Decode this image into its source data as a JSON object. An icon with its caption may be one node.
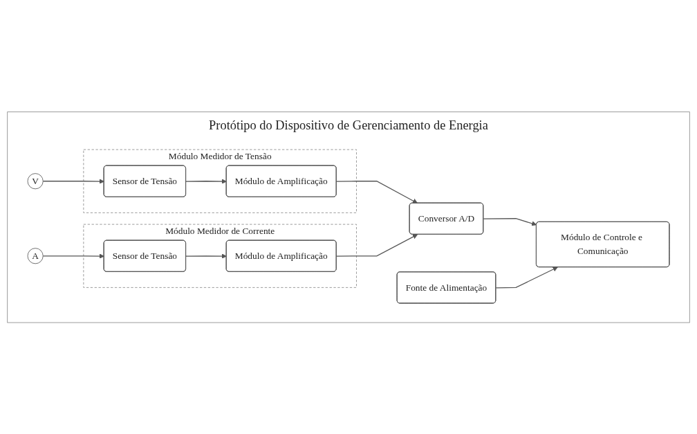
{
  "diagram": {
    "nodes": [
      {
        "text": [
          "Protótipo do Dispositivo de Gerenciamento de Energia"
        ]
      },
      {
        "text": [
          "Módulo Medidor de Tensão"
        ],
        "in": 0
      },
      {
        "text": [
          "V"
        ],
        "in": 0
      },
      {
        "text": [
          "Sensor de Tensão"
        ],
        "in": 1
      },
      {
        "text": [
          "Módulo de Amplificação"
        ],
        "in": 1
      },
      {
        "text": [
          "Conversor A/D"
        ],
        "in": 0
      },
      {
        "text": [
          "Módulo de Controle e Comunicação"
        ],
        "in": 0
      },
      {
        "text": [
          "Módulo Medidor de Corrente"
        ],
        "in": 0
      },
      {
        "text": [
          "A"
        ],
        "in": 0
      },
      {
        "text": [
          "Sensor de Tensão"
        ],
        "in": 7
      },
      {
        "text": [
          "Módulo de Amplificação"
        ],
        "in": 7
      },
      {
        "text": [
          "Fonte de Alimentação"
        ],
        "in": 0
      }
    ],
    "edges": [
      {
        "from": 2,
        "to": 3,
        "arrow": "to"
      },
      {
        "from": 3,
        "to": 4,
        "arrow": "to"
      },
      {
        "from": 4,
        "to": 5,
        "arrow": "to"
      },
      {
        "from": 5,
        "to": 6,
        "arrow": "to"
      },
      {
        "from": 8,
        "to": 9,
        "arrow": "to"
      },
      {
        "from": 9,
        "to": 10,
        "arrow": "to"
      },
      {
        "from": 10,
        "to": 5,
        "arrow": "to"
      },
      {
        "from": 11,
        "to": 6,
        "arrow": "to"
      }
    ]
  }
}
